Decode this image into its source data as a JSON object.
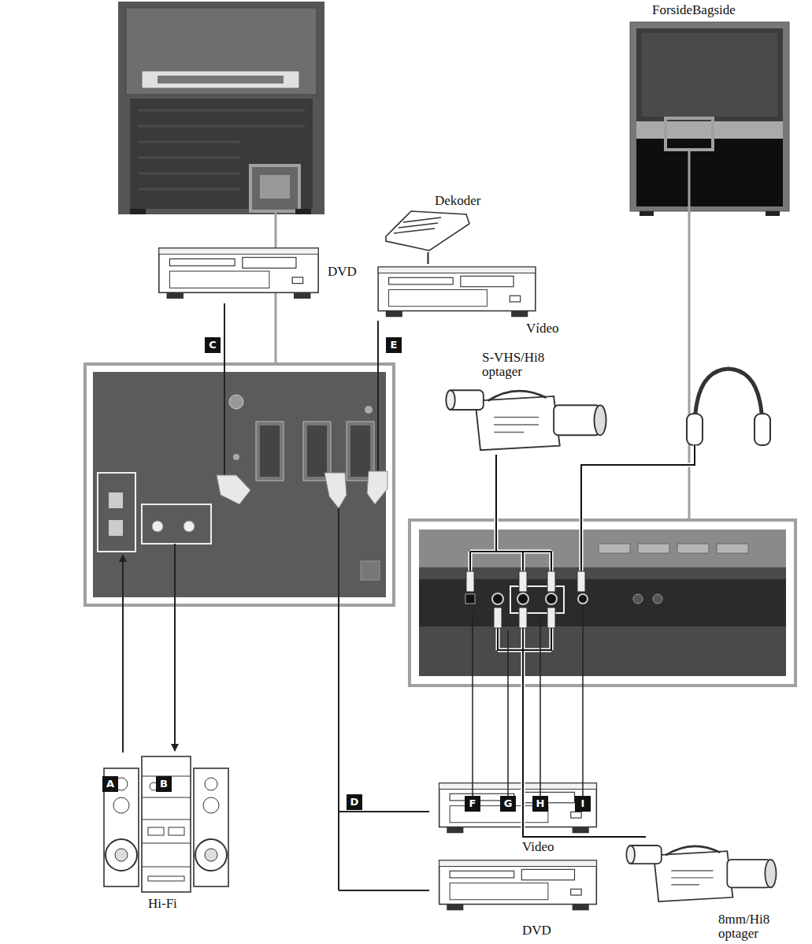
{
  "diagram": {
    "nodes": [
      {
        "text": [
          "Dekoder"
        ]
      },
      {
        "text": [
          "DVD"
        ]
      },
      {
        "text": [
          "Vídeo"
        ]
      },
      {
        "text": [
          "S-VHS/Hi8 optager"
        ]
      },
      {
        "text": [
          "Hi-Fi"
        ]
      },
      {
        "text": [
          "Video"
        ]
      },
      {
        "text": [
          "DVD"
        ]
      },
      {
        "text": [
          "8mm/Hi8 optager"
        ]
      }
    ],
    "edges": [
      {
        "from": 0,
        "to": 2,
        "arrow": "none"
      }
    ],
    "labels": [
      "ForsideBagside",
      "C",
      "E",
      "A",
      "B",
      "D",
      "F",
      "G",
      "H",
      "I"
    ]
  }
}
